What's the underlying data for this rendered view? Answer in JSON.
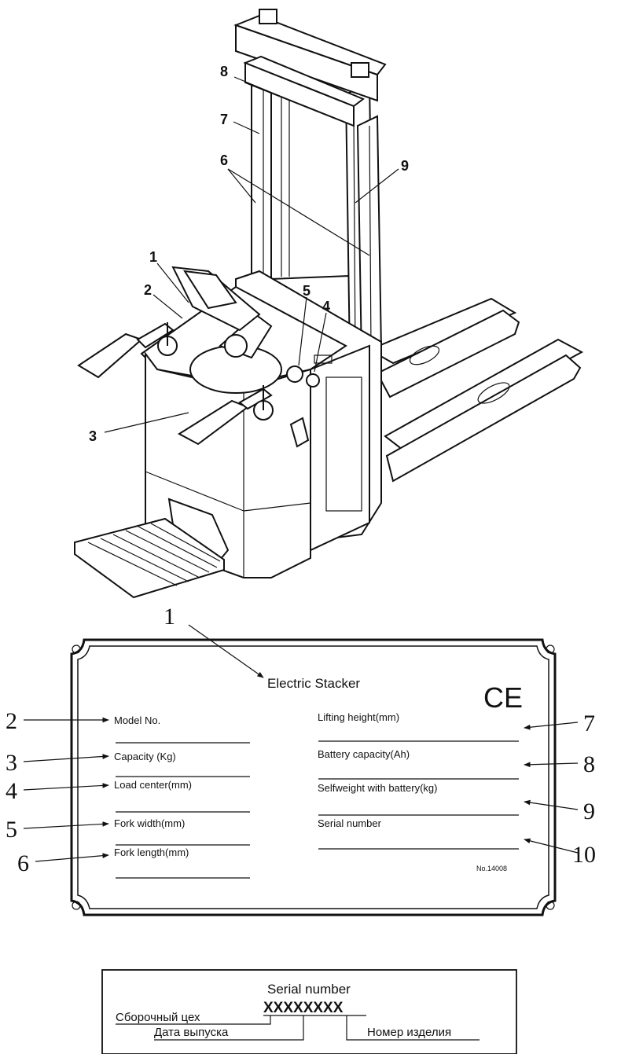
{
  "stacker": {
    "callouts": [
      "1",
      "2",
      "3",
      "4",
      "5",
      "6",
      "7",
      "8",
      "9"
    ]
  },
  "nameplate": {
    "title": "Electric Stacker",
    "ce_mark": "CE",
    "plate_no": "No.14008",
    "left_fields": [
      "Model No.",
      "Capacity (Kg)",
      "Load center(mm)",
      "Fork width(mm)",
      "Fork length(mm)"
    ],
    "right_fields": [
      "Lifting height(mm)",
      "Battery capacity(Ah)",
      "Selfweight with battery(kg)",
      "Serial number"
    ],
    "callouts": [
      "1",
      "2",
      "3",
      "4",
      "5",
      "6",
      "7",
      "8",
      "9",
      "10"
    ]
  },
  "serial": {
    "title": "Serial number",
    "code": "XXXXXXXX",
    "assembly_shop": "Сборочный цех",
    "release_date": "Дата выпуска",
    "product_number": "Номер изделия"
  }
}
